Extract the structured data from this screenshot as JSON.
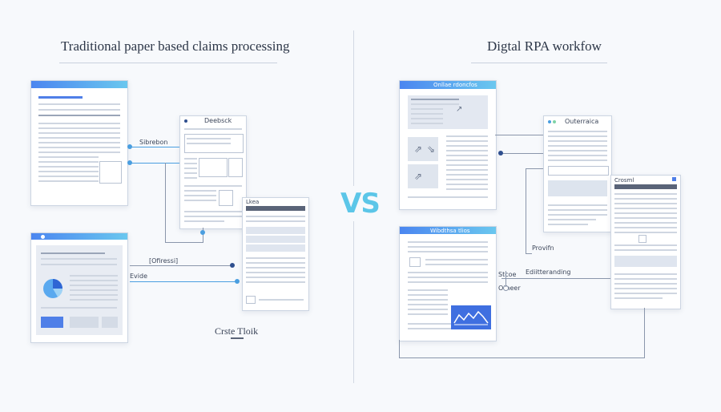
{
  "left": {
    "title": "Traditional paper based claims processing",
    "doc_b_title": "Deebsck",
    "doc_c_title": "Lkea",
    "label_1": "Sibrebon",
    "label_2": "[Ofiressi]",
    "label_3": "Evide",
    "footer": "Crste Tloik"
  },
  "center": {
    "vs": "VS"
  },
  "right": {
    "title": "Digtal RPA workfow",
    "doc_a_title": "Onllae rdoncfos",
    "doc_b_title": "Outerraica",
    "doc_c_title": "Crosml",
    "doc_d_title": "Wibdthsa tlios",
    "label_1": "Provifn",
    "label_2": "Ediitteranding",
    "label_3": "Stcoe",
    "label_4": "Otheer"
  },
  "colors": {
    "accent": "#4b86f0",
    "accent2": "#6ac7ef",
    "vs": "#5cc6e8"
  }
}
